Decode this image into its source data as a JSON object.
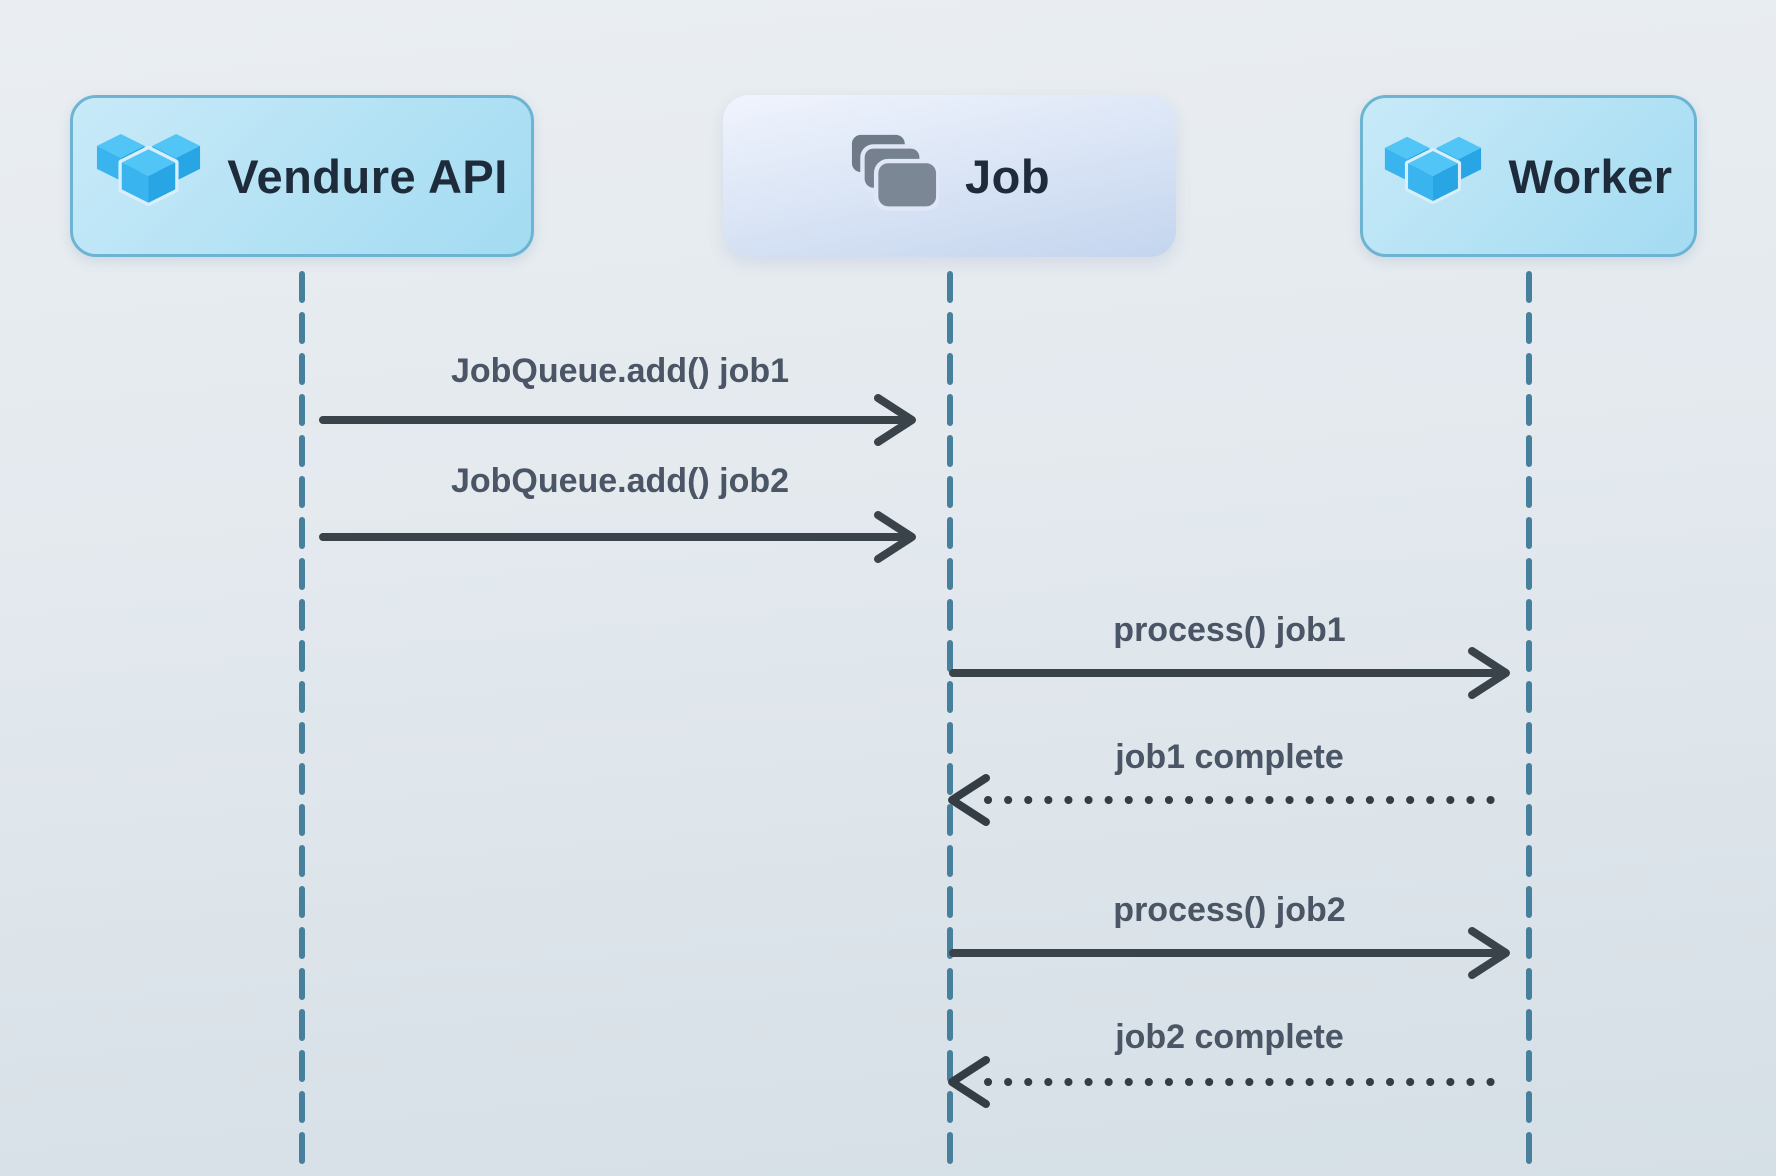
{
  "diagram": {
    "type": "sequence-diagram",
    "actors": [
      {
        "id": "vendure-api",
        "name": "Vendure API",
        "icon": "vendure-logo"
      },
      {
        "id": "job",
        "name": "Job",
        "icon": "job-stack"
      },
      {
        "id": "worker",
        "name": "Worker",
        "icon": "vendure-logo"
      }
    ],
    "messages": [
      {
        "label": "JobQueue.add() job1",
        "from": "Vendure API",
        "to": "Job",
        "line": "solid",
        "direction": "right"
      },
      {
        "label": "JobQueue.add() job2",
        "from": "Vendure API",
        "to": "Job",
        "line": "solid",
        "direction": "right"
      },
      {
        "label": "process() job1",
        "from": "Job",
        "to": "Worker",
        "line": "solid",
        "direction": "right"
      },
      {
        "label": "job1 complete",
        "from": "Worker",
        "to": "Job",
        "line": "dotted",
        "direction": "left"
      },
      {
        "label": "process() job2",
        "from": "Job",
        "to": "Worker",
        "line": "solid",
        "direction": "right"
      },
      {
        "label": "job2 complete",
        "from": "Worker",
        "to": "Job",
        "line": "dotted",
        "direction": "left"
      }
    ],
    "colors": {
      "actor_fill_top": "#c8eaf8",
      "actor_fill_bottom": "#a3dbf2",
      "actor_border": "#6db4d3",
      "job_fill_top": "#f0f4fd",
      "job_fill_bottom": "#c4d5ee",
      "lifeline": "#47809c",
      "arrow": "#3a424a",
      "label_text": "#4a5565",
      "title_text": "#1e2b3a",
      "logo_blue_top": "#50c5f6",
      "logo_blue_left": "#39b4ef",
      "logo_blue_right": "#27a5e5",
      "stack_icon_gray": "#76828f"
    }
  }
}
